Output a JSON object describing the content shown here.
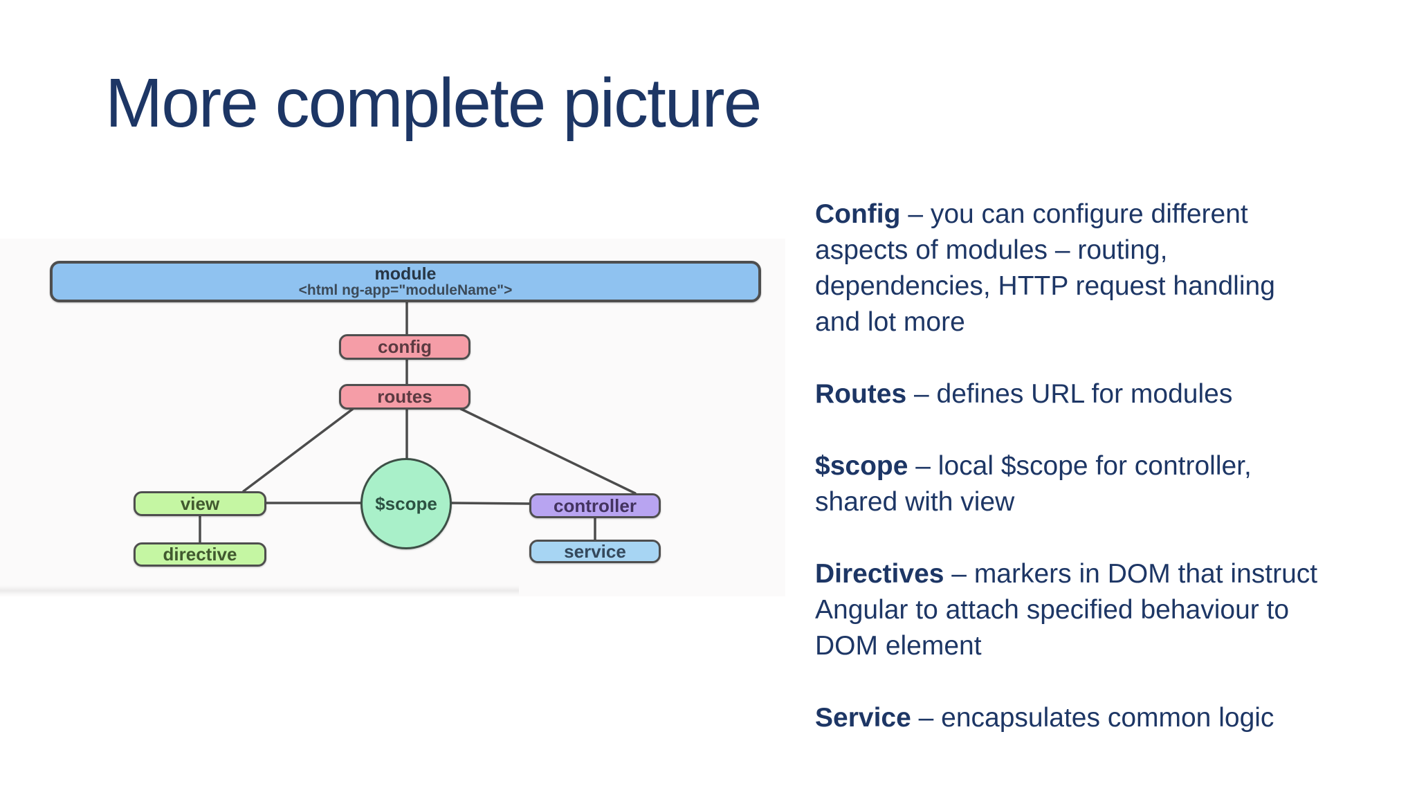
{
  "slide": {
    "title": "More complete picture"
  },
  "colors": {
    "background": "#ffffff",
    "title_navy": "#1d3665",
    "body_navy": "#1d3665",
    "edge_gray": "#4c4c4c",
    "node_border_gray": "#4e4e4e"
  },
  "diagram": {
    "nodes": {
      "module": {
        "label": "module",
        "sublabel": "<html ng-app=\"moduleName\">",
        "fill": "#8fc2f0"
      },
      "config": {
        "label": "config",
        "fill": "#f59da7"
      },
      "routes": {
        "label": "routes",
        "fill": "#f59da7"
      },
      "scope": {
        "label": "$scope",
        "fill": "#a9f0c9"
      },
      "view": {
        "label": "view",
        "fill": "#c5f6a3"
      },
      "directive": {
        "label": "directive",
        "fill": "#c5f6a3"
      },
      "controller": {
        "label": "controller",
        "fill": "#b8a4f1"
      },
      "service": {
        "label": "service",
        "fill": "#a7d5f3"
      }
    },
    "edges": [
      [
        "module",
        "config"
      ],
      [
        "config",
        "routes"
      ],
      [
        "routes",
        "view"
      ],
      [
        "routes",
        "scope"
      ],
      [
        "routes",
        "controller"
      ],
      [
        "view",
        "scope"
      ],
      [
        "scope",
        "controller"
      ],
      [
        "view",
        "directive"
      ],
      [
        "controller",
        "service"
      ]
    ]
  },
  "definitions": [
    {
      "term": "Config",
      "lines": [
        "– you can configure different",
        "aspects of modules – routing,",
        "dependencies, HTTP request handling",
        "and lot more"
      ]
    },
    {
      "term": "Routes",
      "lines": [
        "– defines URL for modules"
      ]
    },
    {
      "term": "$scope",
      "lines": [
        "– local $scope for controller,",
        "shared with view"
      ]
    },
    {
      "term": "Directives",
      "lines": [
        "– markers in DOM that instruct",
        "Angular to attach specified behaviour to",
        "DOM element"
      ]
    },
    {
      "term": "Service",
      "lines": [
        "– encapsulates common logic"
      ]
    }
  ]
}
